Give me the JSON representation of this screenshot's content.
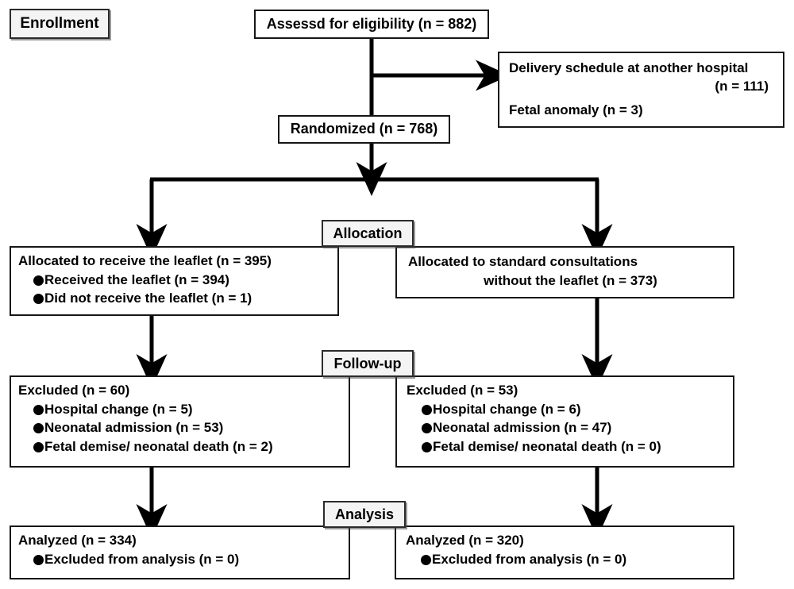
{
  "diagram": {
    "title": "CONSORT participant flow diagram",
    "colors": {
      "box_border": "#161616",
      "box_fill": "#ffffff",
      "stage_fill": "#f4f4f4",
      "stage_border": "#2b2b2b",
      "connector": "#000000",
      "text": "#000000"
    }
  },
  "stages": {
    "enrollment": "Enrollment",
    "allocation": "Allocation",
    "followup": "Follow-up",
    "analysis": "Analysis"
  },
  "enrollment": {
    "assessed": "Assessd for eligibility (n = 882)",
    "excluded": {
      "line1": "Delivery schedule at another hospital",
      "line2": "(n = 111)",
      "line3": "Fetal anomaly (n = 3)"
    },
    "randomized": "Randomized (n = 768)"
  },
  "allocation": {
    "left": {
      "head": "Allocated to receive the leaflet (n = 395)",
      "items": [
        "Received the leaflet (n = 394)",
        "Did not receive the leaflet (n = 1)"
      ]
    },
    "right": {
      "line1": "Allocated to standard consultations",
      "line2": "without the leaflet (n = 373)"
    }
  },
  "followup": {
    "left": {
      "head": "Excluded (n = 60)",
      "items": [
        "Hospital change (n = 5)",
        "Neonatal admission (n = 53)",
        "Fetal demise/ neonatal death (n = 2)"
      ]
    },
    "right": {
      "head": "Excluded (n = 53)",
      "items": [
        "Hospital change (n = 6)",
        "Neonatal admission (n = 47)",
        "Fetal demise/ neonatal death (n = 0)"
      ]
    }
  },
  "analysis": {
    "left": {
      "head": "Analyzed (n = 334)",
      "items": [
        "Excluded from analysis (n = 0)"
      ]
    },
    "right": {
      "head": "Analyzed (n = 320)",
      "items": [
        "Excluded from analysis (n = 0)"
      ]
    }
  }
}
